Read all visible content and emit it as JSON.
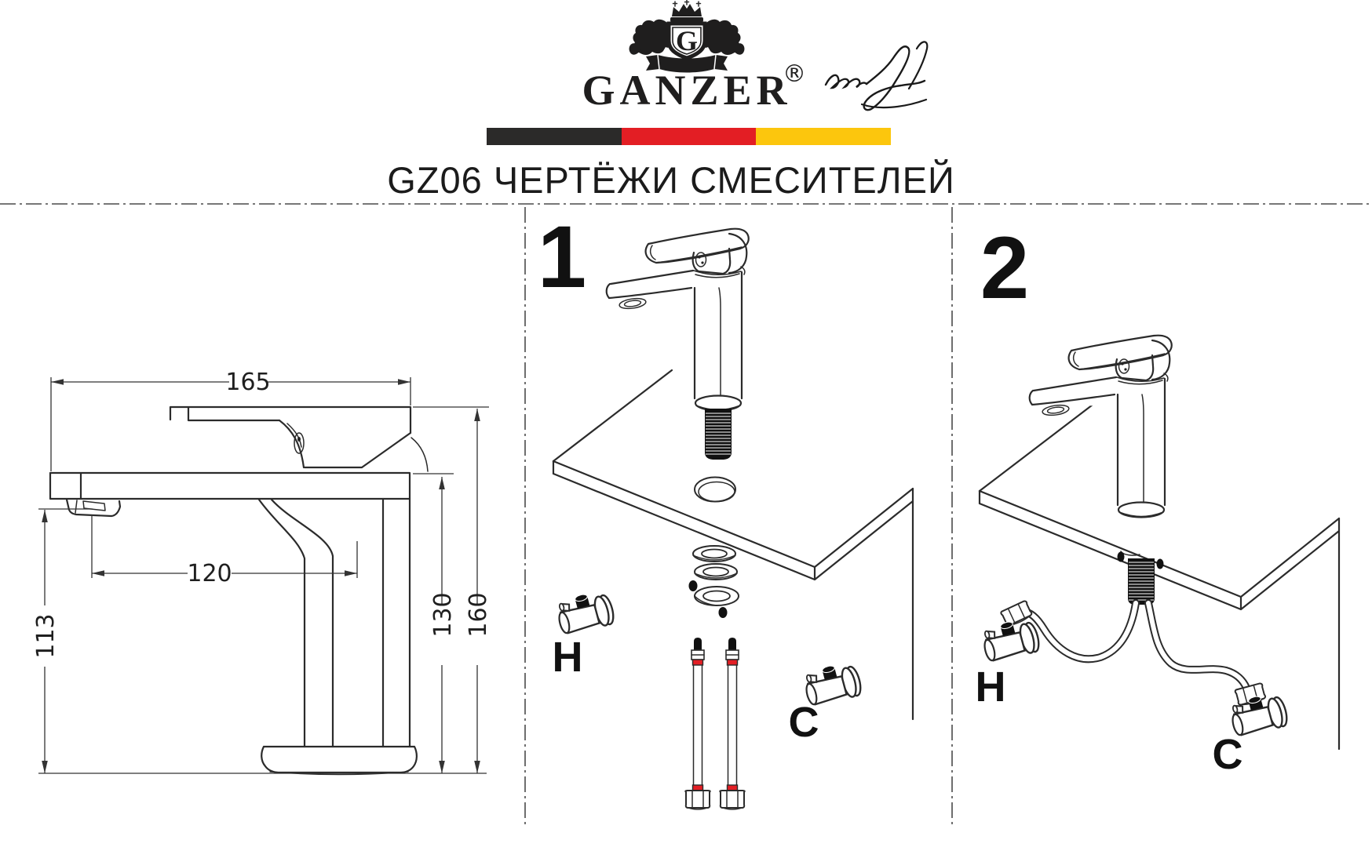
{
  "header": {
    "brand": "GANZER",
    "registered_mark": "®",
    "shield_letter": "G",
    "title": "GZ06 ЧЕРТЁЖИ СМЕСИТЕЛЕЙ",
    "flag": {
      "black": "#2B2A29",
      "red": "#E31E24",
      "yellow": "#FCC60D"
    },
    "icons": {
      "crown": "crown-icon",
      "lion_left": "lion-rampant-left-icon",
      "lion_right": "lion-rampant-right-icon",
      "shield": "heraldic-shield-icon",
      "ribbon": "ribbon-banner-icon",
      "signature": "founder-signature-icon"
    }
  },
  "technical_drawing": {
    "dimensions_mm": {
      "length_total": "165",
      "spout_reach": "120",
      "height_spout": "113",
      "height_body": "130",
      "height_total": "160"
    }
  },
  "installation_steps": {
    "step1": {
      "number": "1",
      "hot_valve_label": "H",
      "cold_valve_label": "C"
    },
    "step2": {
      "number": "2",
      "hot_valve_label": "H",
      "cold_valve_label": "C"
    }
  },
  "accent": {
    "hose_band_color": "#E31E24"
  }
}
